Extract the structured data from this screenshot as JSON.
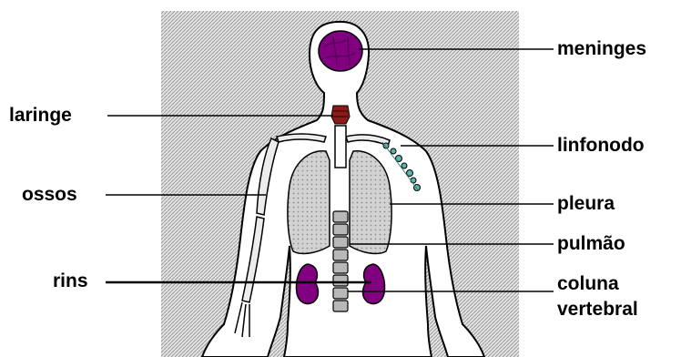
{
  "labels": {
    "meninges": "meninges",
    "laringe": "laringe",
    "linfonodo": "linfonodo",
    "ossos": "ossos",
    "pleura": "pleura",
    "pulmao": "pulmão",
    "rins": "rins",
    "coluna_line1": "coluna",
    "coluna_line2": "vertebral"
  },
  "colors": {
    "background_panel": "#d0d0d0",
    "body": "#ffffff",
    "outline": "#000000",
    "organ_purple": "#800080",
    "larynx": "#8b1a1a",
    "lymph_node": "#5fb0b0",
    "lung_fill": "#c8c8c8",
    "spine_fill": "#b8b8b8"
  }
}
